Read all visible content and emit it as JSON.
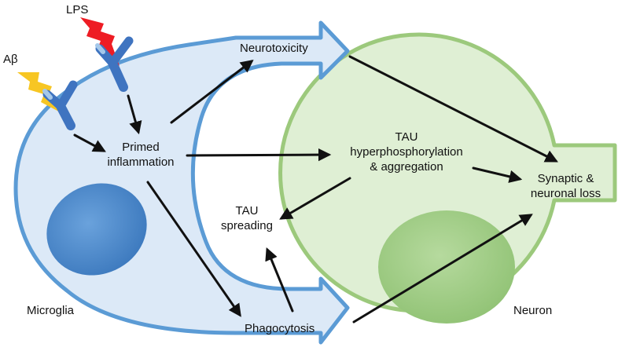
{
  "labels": {
    "lps": "LPS",
    "abeta": "Aβ",
    "neurotoxicity": "Neurotoxicity",
    "primed_line1": "Primed",
    "primed_line2": "inflammation",
    "tau_hyper_line1": "TAU",
    "tau_hyper_line2": "hyperphosphorylation",
    "tau_hyper_line3": "& aggregation",
    "tau_spread_line1": "TAU",
    "tau_spread_line2": "spreading",
    "synaptic_line1": "Synaptic &",
    "synaptic_line2": "neuronal loss",
    "microglia": "Microglia",
    "neuron": "Neuron",
    "phagocytosis": "Phagocytosis"
  },
  "colors": {
    "microglia_fill": "#dce9f7",
    "microglia_stroke": "#5b9bd5",
    "microglia_nucleus": "#4a86c8",
    "neuron_fill": "#dfefd4",
    "neuron_stroke": "#9cc97c",
    "neuron_nucleus": "#9fcc86",
    "arrow": "#111111",
    "lps_bolt": "#ee1c24",
    "abeta_bolt": "#f7c623",
    "receptor_blue": "#3f74c0",
    "receptor_cap": "#a5c8ea"
  }
}
